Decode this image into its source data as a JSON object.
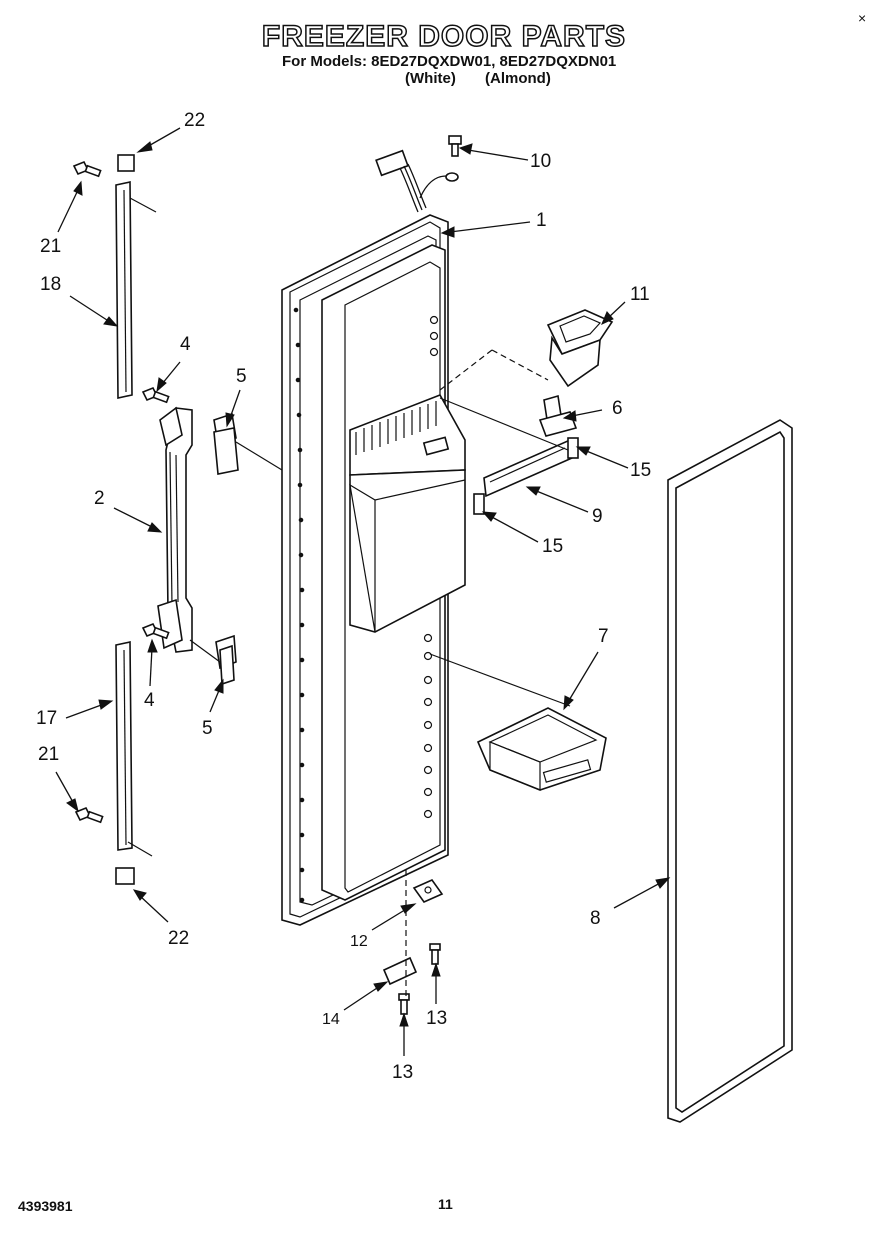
{
  "header": {
    "title": "FREEZER DOOR PARTS",
    "models_line": "For Models: 8ED27DQXDW01, 8ED27DQXDN01",
    "finish_white": "(White)",
    "finish_almond": "(Almond)"
  },
  "footer": {
    "doc_number": "4393981",
    "page_number": "11"
  },
  "corner_mark": "×",
  "callouts": {
    "c1": "1",
    "c2": "2",
    "c4a": "4",
    "c4b": "4",
    "c5a": "5",
    "c5b": "5",
    "c6": "6",
    "c7": "7",
    "c8": "8",
    "c9": "9",
    "c10": "10",
    "c11": "11",
    "c12": "12",
    "c13a": "13",
    "c13b": "13",
    "c14": "14",
    "c15a": "15",
    "c15b": "15",
    "c17": "17",
    "c18": "18",
    "c21a": "21",
    "c21b": "21",
    "c22a": "22",
    "c22b": "22"
  }
}
